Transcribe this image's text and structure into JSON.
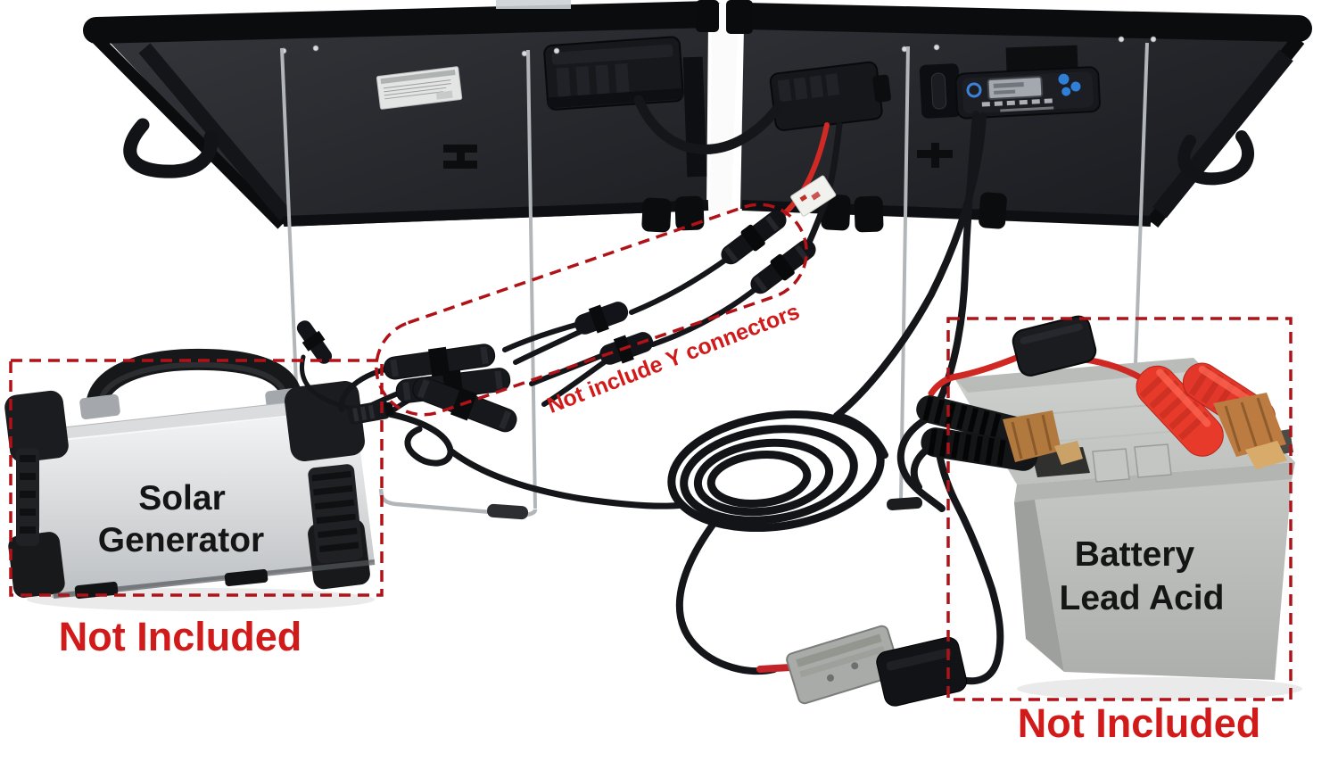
{
  "image": {
    "description": "Annotated wiring photo: folding solar panel pair (back view) with charge controller, connected via Y branch MC4 connectors to a portable solar generator and via clamps to a lead acid battery",
    "labels": {
      "y_note": "Not include Y connectors",
      "generator_line1": "Solar",
      "generator_line2": "Generator",
      "generator_excluded": "Not Included",
      "battery_line1": "Battery",
      "battery_line2": "Lead Acid",
      "battery_excluded": "Not Included"
    },
    "colors": {
      "annotation_text_red": "#d11a1a",
      "annotation_dash_red": "#b01218",
      "label_text_black": "#151515",
      "background": "#ffffff"
    },
    "objects": [
      "folding solar panel pair (back view)",
      "solar charge controller",
      "junction boxes",
      "kickstand legs",
      "Y branch MC4 connectors",
      "MC4 cable connectors",
      "extension cable coil",
      "anderson style connector",
      "portable solar generator",
      "lead acid battery",
      "red battery clamp",
      "black battery clamp",
      "inline fuse holder",
      "dc input plug"
    ]
  }
}
